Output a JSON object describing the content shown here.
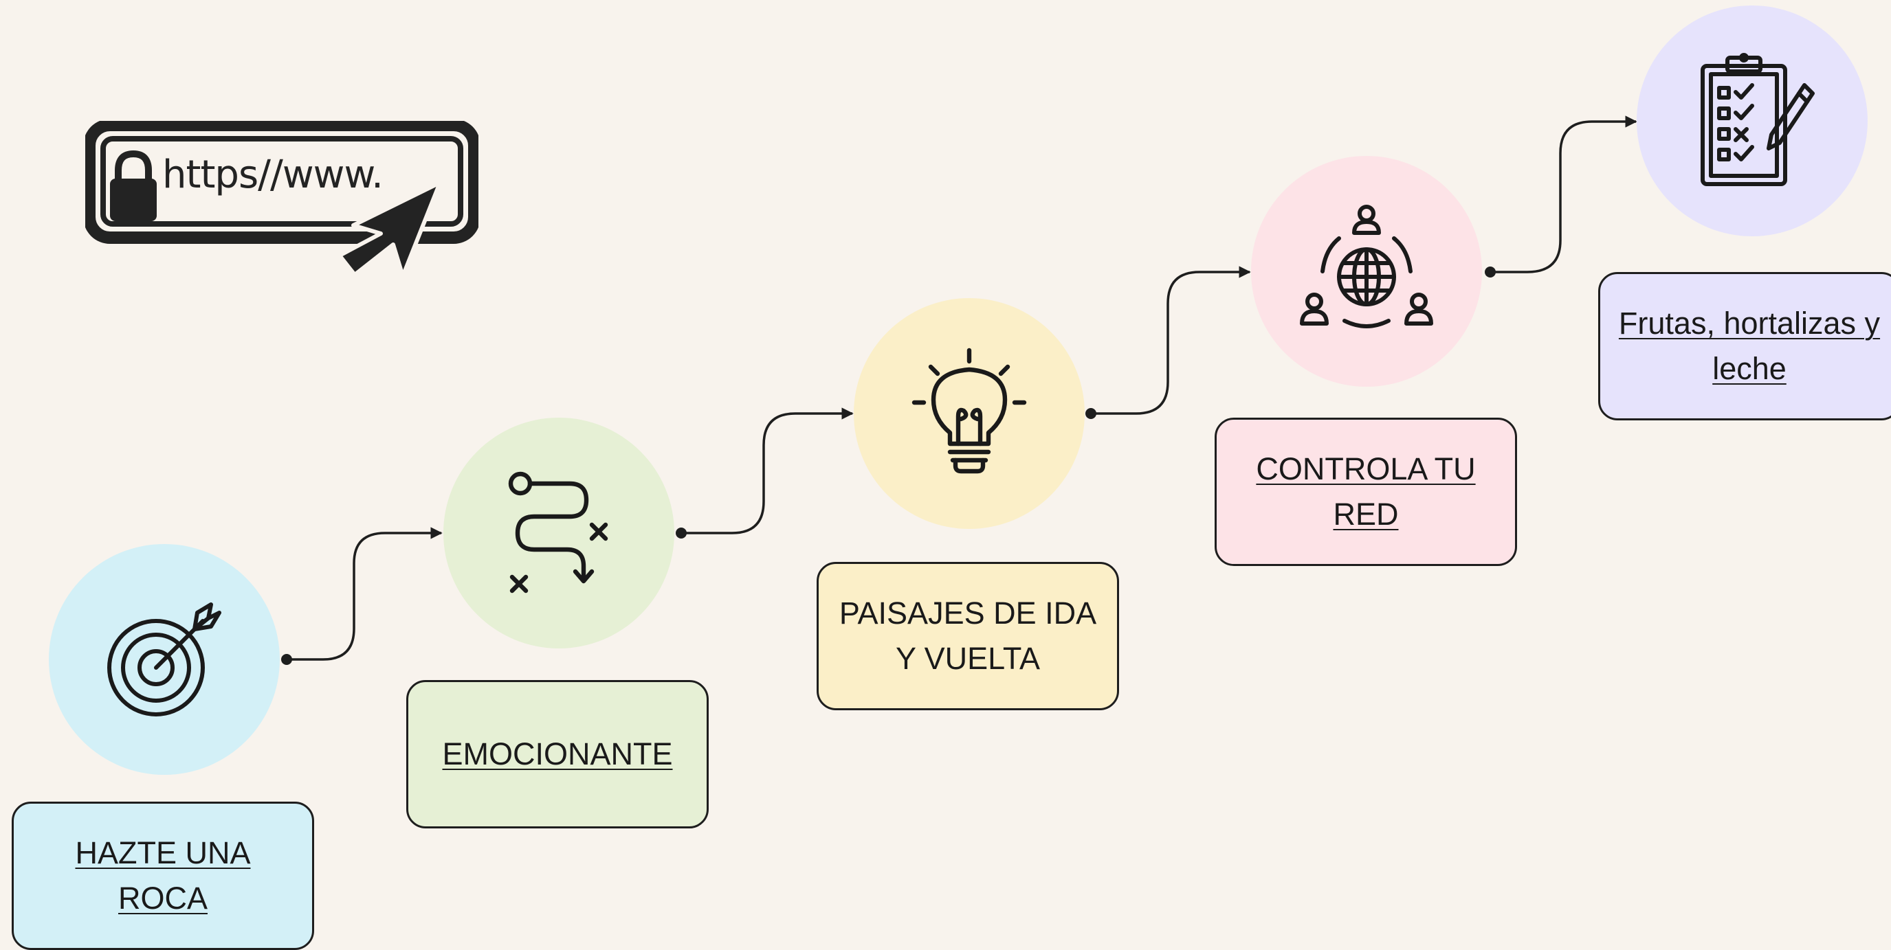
{
  "url_badge": {
    "text": "https//www."
  },
  "steps": [
    {
      "id": "target",
      "label": "HAZTE UNA ROCA",
      "link": true,
      "icon": "target-icon",
      "circle_color": "#d3f0f7",
      "card_color": "#d3f0f7"
    },
    {
      "id": "route",
      "label": "EMOCIONANTE",
      "link": true,
      "icon": "route-icon",
      "circle_color": "#e6f0d5",
      "card_color": "#e6f0d5"
    },
    {
      "id": "idea",
      "label": "PAISAJES DE IDA Y VUELTA",
      "link": false,
      "icon": "lightbulb-icon",
      "circle_color": "#fbefc8",
      "card_color": "#fbefc8"
    },
    {
      "id": "network",
      "label": "CONTROLA TU RED",
      "link": true,
      "icon": "network-icon",
      "circle_color": "#fde3e7",
      "card_color": "#fde3e7"
    },
    {
      "id": "checklist",
      "label": "Frutas, hortalizas y leche",
      "link": true,
      "icon": "clipboard-checklist-icon",
      "circle_color": "#e6e3fc",
      "card_color": "#e6e3fc"
    }
  ],
  "colors": {
    "background": "#f8f3ed",
    "stroke": "#1e1e1e"
  }
}
